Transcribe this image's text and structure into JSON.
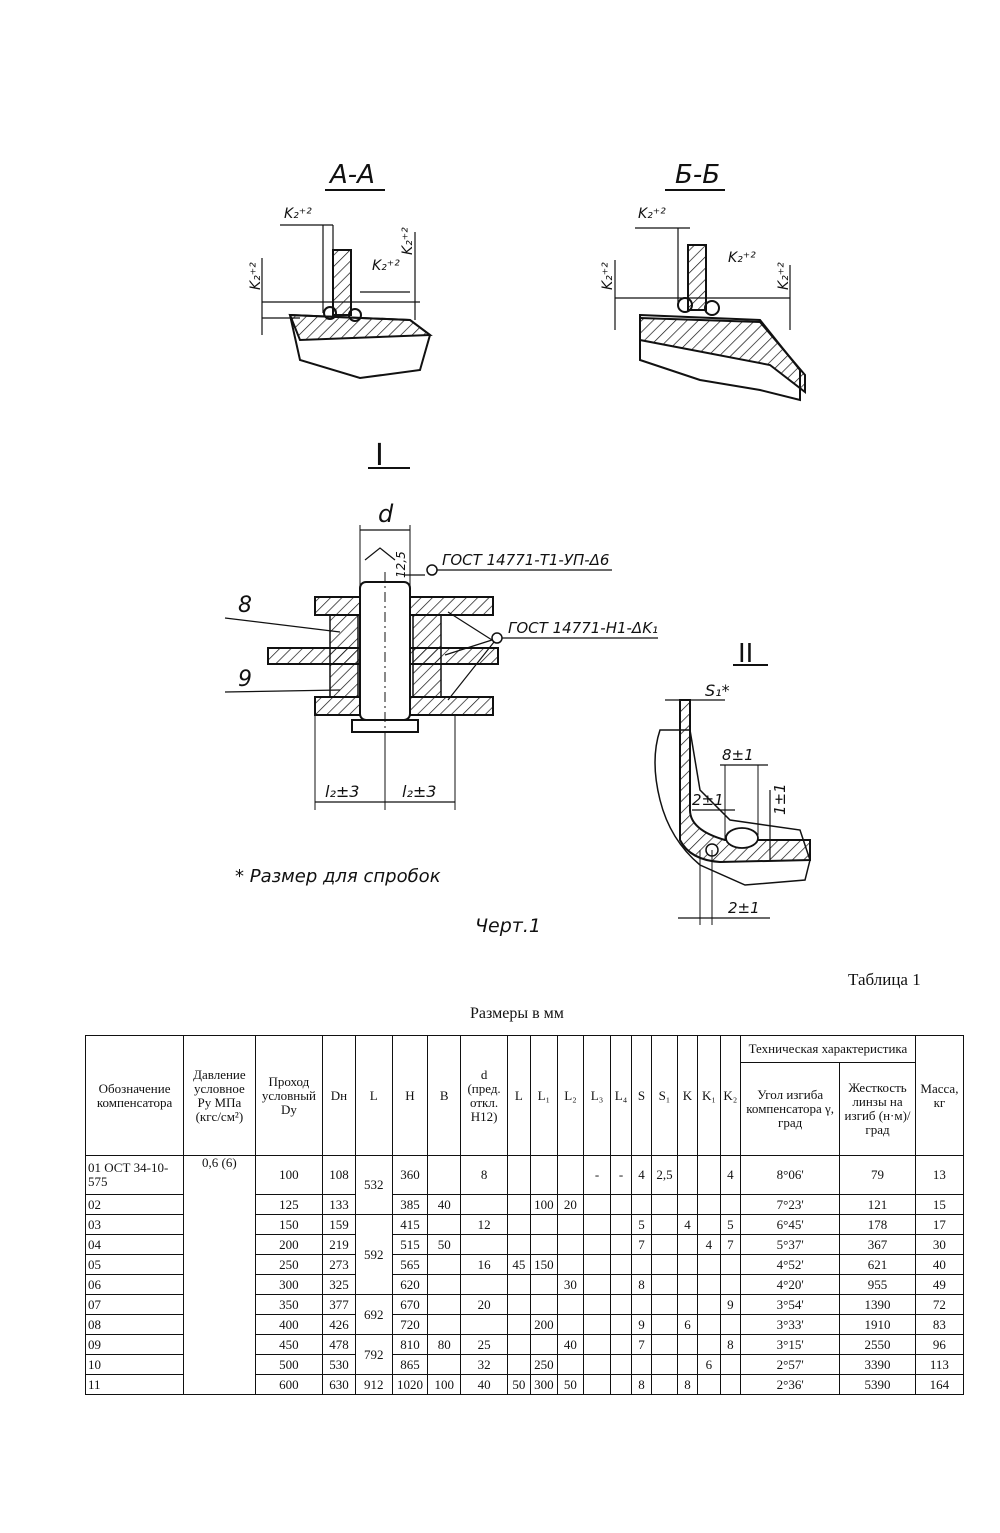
{
  "drawing": {
    "section_aa": "А-А",
    "section_bb": "Б-Б",
    "k2_tol": "K₂⁺²",
    "view_I": "I",
    "view_II": "II",
    "dim_d": "d",
    "roughness": "12,5",
    "gost_top": "ГОСТ 14771-Т1-УП-Δ6",
    "gost_mid": "ГОСТ 14771-Н1-ΔK₁",
    "pos_8": "8",
    "pos_9": "9",
    "dim_l2_left": "l₂±3",
    "dim_l2_right": "l₂±3",
    "dim_s1": "S₁*",
    "dim_8": "8±1",
    "dim_2a": "2±1",
    "dim_1": "1±1",
    "dim_2b": "2±1",
    "footnote": "* Размер для спробок",
    "figure_label": "Черт.1"
  },
  "table": {
    "label": "Таблица 1",
    "units": "Размеры в мм",
    "headers": {
      "designation": "Обозначение компенсатора",
      "pressure": "Давление условное Pу МПа (кгс/см²)",
      "passage": "Проход условный Dу",
      "dn": "Dн",
      "L": "L",
      "H": "H",
      "B": "B",
      "d": "d (пред. откл. H12)",
      "L_": "L",
      "L1": "L₁",
      "L2": "L₂",
      "L3": "L₃",
      "L4": "L₄",
      "S": "S",
      "S1": "S₁",
      "K": "K",
      "K1": "K₁",
      "K2": "K₂",
      "tech": "Техническая характеристика",
      "angle": "Угол изгиба компенсатора γ, град",
      "stiffness": "Жесткость линзы на изгиб (н·м)/град",
      "mass": "Масса, кг"
    },
    "pressure_value": "0,6 (6)",
    "rows": [
      {
        "designation": "01 ОСТ 34-10-575",
        "dy": "100",
        "dn": "108",
        "H": "360",
        "angle": "8°06'",
        "stiff": "79",
        "mass": "13"
      },
      {
        "designation": "02",
        "dy": "125",
        "dn": "133",
        "H": "385",
        "angle": "7°23'",
        "stiff": "121",
        "mass": "15"
      },
      {
        "designation": "03",
        "dy": "150",
        "dn": "159",
        "H": "415",
        "angle": "6°45'",
        "stiff": "178",
        "mass": "17"
      },
      {
        "designation": "04",
        "dy": "200",
        "dn": "219",
        "H": "515",
        "angle": "5°37'",
        "stiff": "367",
        "mass": "30"
      },
      {
        "designation": "05",
        "dy": "250",
        "dn": "273",
        "H": "565",
        "angle": "4°52'",
        "stiff": "621",
        "mass": "40"
      },
      {
        "designation": "06",
        "dy": "300",
        "dn": "325",
        "H": "620",
        "angle": "4°20'",
        "stiff": "955",
        "mass": "49"
      },
      {
        "designation": "07",
        "dy": "350",
        "dn": "377",
        "H": "670",
        "angle": "3°54'",
        "stiff": "1390",
        "mass": "72"
      },
      {
        "designation": "08",
        "dy": "400",
        "dn": "426",
        "H": "720",
        "angle": "3°33'",
        "stiff": "1910",
        "mass": "83"
      },
      {
        "designation": "09",
        "dy": "450",
        "dn": "478",
        "H": "810",
        "angle": "3°15'",
        "stiff": "2550",
        "mass": "96"
      },
      {
        "designation": "10",
        "dy": "500",
        "dn": "530",
        "H": "865",
        "angle": "2°57'",
        "stiff": "3390",
        "mass": "113"
      },
      {
        "designation": "11",
        "dy": "600",
        "dn": "630",
        "H": "1020",
        "angle": "2°36'",
        "stiff": "5390",
        "mass": "164"
      }
    ],
    "L_groups": [
      "532",
      "592",
      "692",
      "792",
      "912"
    ],
    "B_values": [
      "40",
      "50",
      "80",
      "100"
    ],
    "d_values": [
      "8",
      "12",
      "16",
      "20",
      "25",
      "32",
      "40"
    ],
    "L_col_values": [
      "45",
      "50"
    ],
    "L1_values": [
      "100",
      "150",
      "200",
      "250",
      "300"
    ],
    "L2_values": [
      "20",
      "30",
      "40",
      "50"
    ],
    "L3_value": "-",
    "L4_value": "-",
    "S_values": [
      "4",
      "5",
      "7",
      "8",
      "9",
      "7",
      "8"
    ],
    "S1_value": "2,5",
    "K_values": [
      "4",
      "6",
      "8"
    ],
    "K1_values": [
      "4",
      "6"
    ],
    "K2_values": [
      "4",
      "5",
      "7",
      "9",
      "8"
    ]
  }
}
